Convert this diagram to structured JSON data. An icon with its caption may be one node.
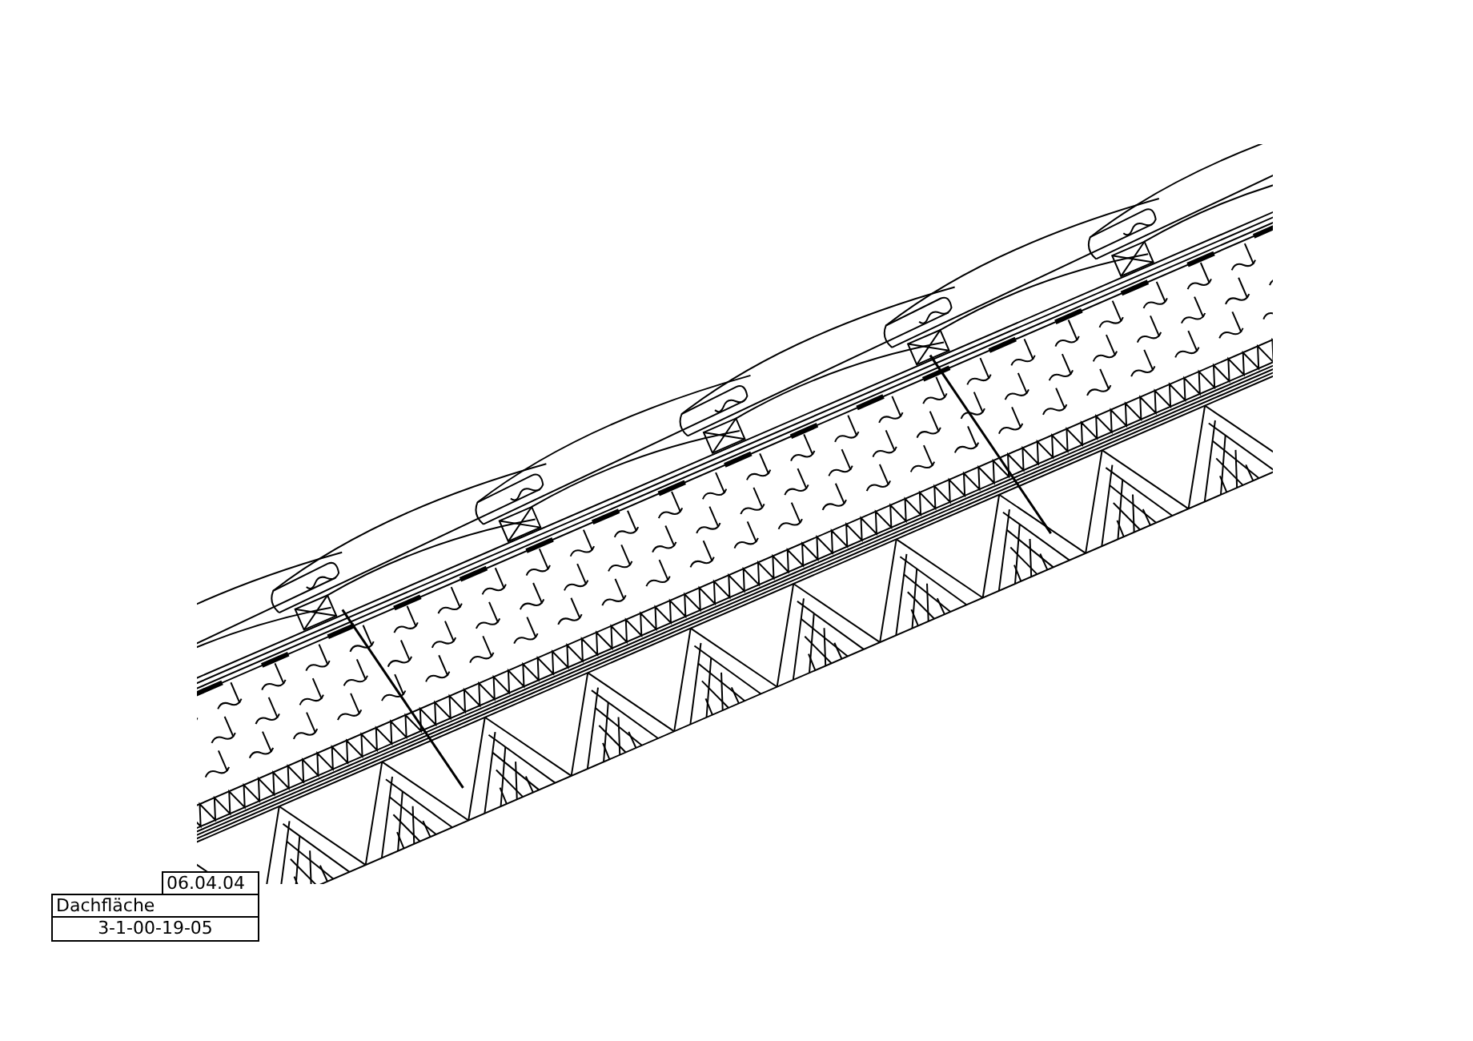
{
  "diagram": {
    "labels": [
      "06.04.04",
      "Dachfläche",
      "3-1-00-19-05"
    ]
  }
}
